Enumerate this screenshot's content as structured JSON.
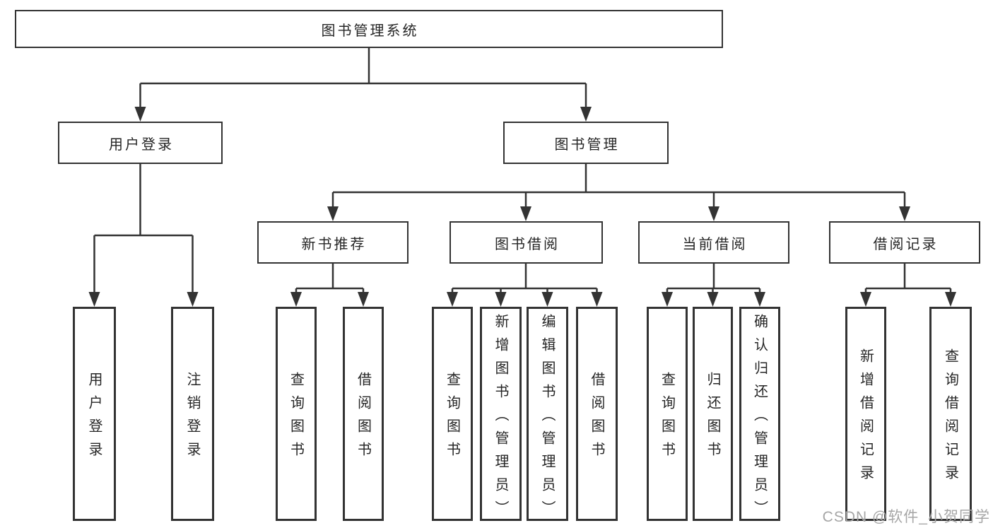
{
  "diagram_title": "图书管理系统",
  "colors": {
    "background": "#ffffff",
    "box_border": "#333333",
    "connector_line": "#333333",
    "text": "#262626",
    "watermark": "#a6a6a6"
  },
  "nodes": {
    "root": "图书管理系统",
    "l2": [
      "用户登录",
      "图书管理"
    ],
    "l3": [
      "新书推荐",
      "图书借阅",
      "当前借阅",
      "借阅记录"
    ],
    "leaves": [
      "用户登录",
      "注销登录",
      "查询图书",
      "借阅图书",
      "查询图书",
      "新增图书（管理员）",
      "编辑图书（管理员）",
      "借阅图书",
      "查询图书",
      "归还图书",
      "确认归还（管理员）",
      "新增借阅记录",
      "查询借阅记录"
    ]
  },
  "hierarchy": {
    "图书管理系统": [
      "用户登录",
      "图书管理"
    ],
    "用户登录": [
      "用户登录",
      "注销登录"
    ],
    "图书管理": [
      "新书推荐",
      "图书借阅",
      "当前借阅",
      "借阅记录"
    ],
    "新书推荐": [
      "查询图书",
      "借阅图书"
    ],
    "图书借阅": [
      "查询图书",
      "新增图书（管理员）",
      "编辑图书（管理员）",
      "借阅图书"
    ],
    "当前借阅": [
      "查询图书",
      "归还图书",
      "确认归还（管理员）"
    ],
    "借阅记录": [
      "新增借阅记录",
      "查询借阅记录"
    ]
  },
  "watermark": {
    "text": "CSDN @软件_小贺同学"
  }
}
